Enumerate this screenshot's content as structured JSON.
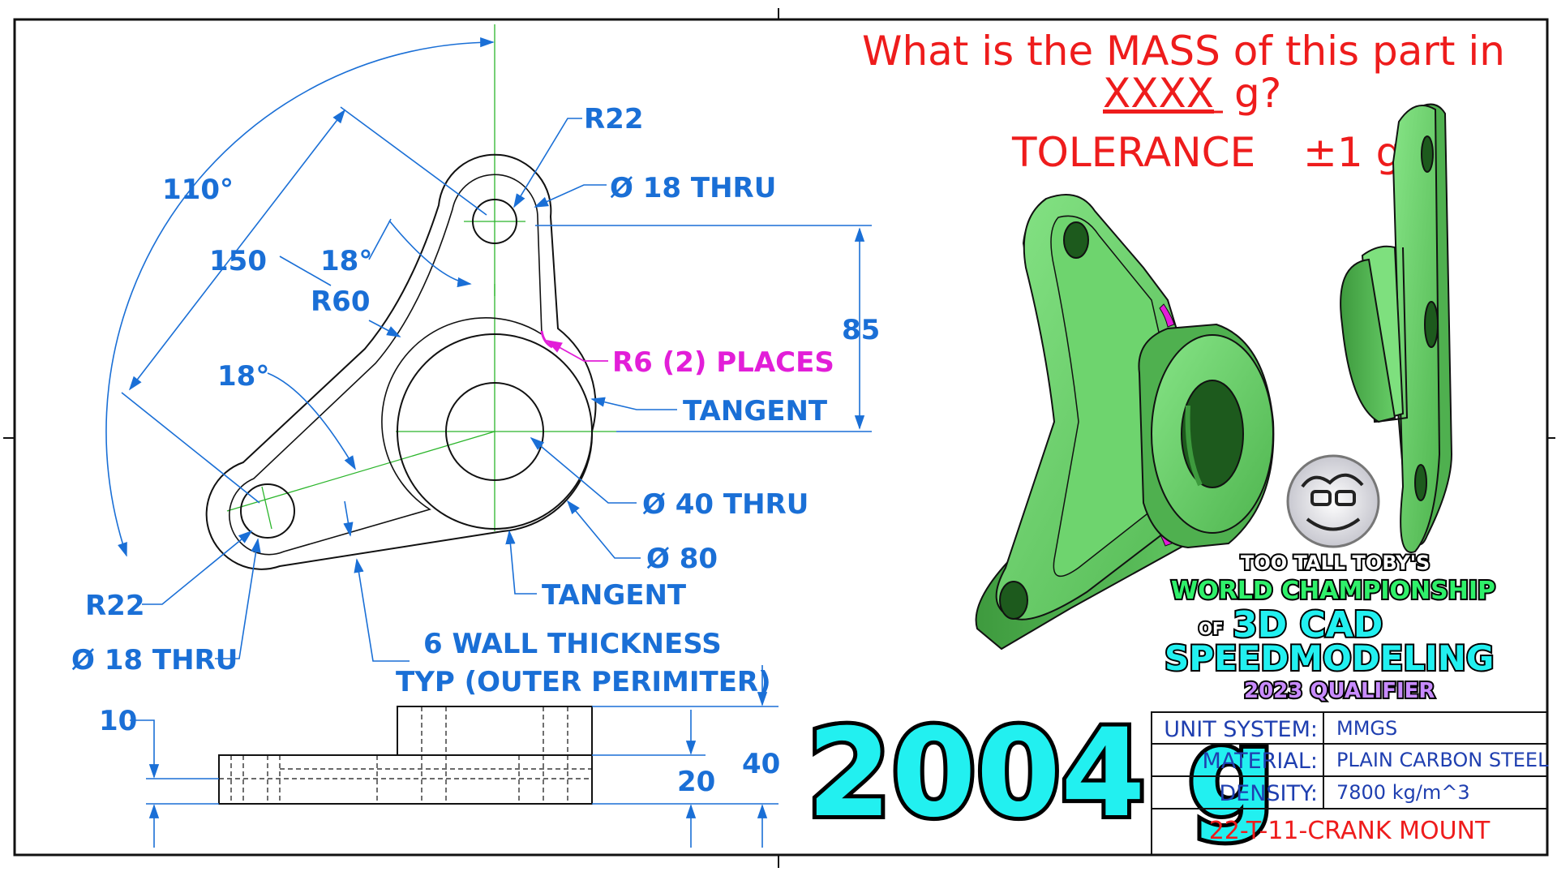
{
  "question": {
    "line1": "What is the MASS of this part in",
    "placeholder": "XXXX",
    "unit": "g?",
    "tolerance_label": "TOLERANCE",
    "tolerance_value": "±1 g"
  },
  "answer": "2004 g",
  "dimensions": {
    "angle_main": "110°",
    "radius_length": "150",
    "angle_top": "18°",
    "r60": "R60",
    "angle_left": "18°",
    "r22_top": "R22",
    "hole_top": "Ø 18 THRU",
    "height_85": "85",
    "fillet": "R6 (2) PLACES",
    "tangent_right": "TANGENT",
    "hole_center": "Ø 40 THRU",
    "boss_dia": "Ø 80",
    "tangent_bottom": "TANGENT",
    "r22_left": "R22",
    "hole_left": "Ø 18 THRU",
    "wall_line1": "6 WALL THICKNESS",
    "wall_line2": "TYP (OUTER PERIMITER)",
    "side_10": "10",
    "side_20": "20",
    "side_40": "40"
  },
  "branding": {
    "line1": "TOO TALL TOBY'S",
    "line2": "WORLD CHAMPIONSHIP",
    "line3_small": "OF",
    "line3": "3D CAD",
    "line4": "SPEEDMODELING",
    "line5": "2023 QUALIFIER"
  },
  "title_block": {
    "unit_label": "UNIT SYSTEM:",
    "unit_value": "MMGS",
    "material_label": "MATERIAL:",
    "material_value": "PLAIN CARBON STEEL",
    "density_label": "DENSITY:",
    "density_value": "7800 kg/m^3",
    "part_number": "22-T-11-CRANK MOUNT"
  },
  "colors": {
    "dimension": "#1a6fd6",
    "callout_magenta": "#e21ed8",
    "question_red": "#ee1c1c",
    "part_green": "#5cc85c",
    "answer_cyan": "#22f0f0",
    "title_block_blue": "#1f3fb0"
  }
}
